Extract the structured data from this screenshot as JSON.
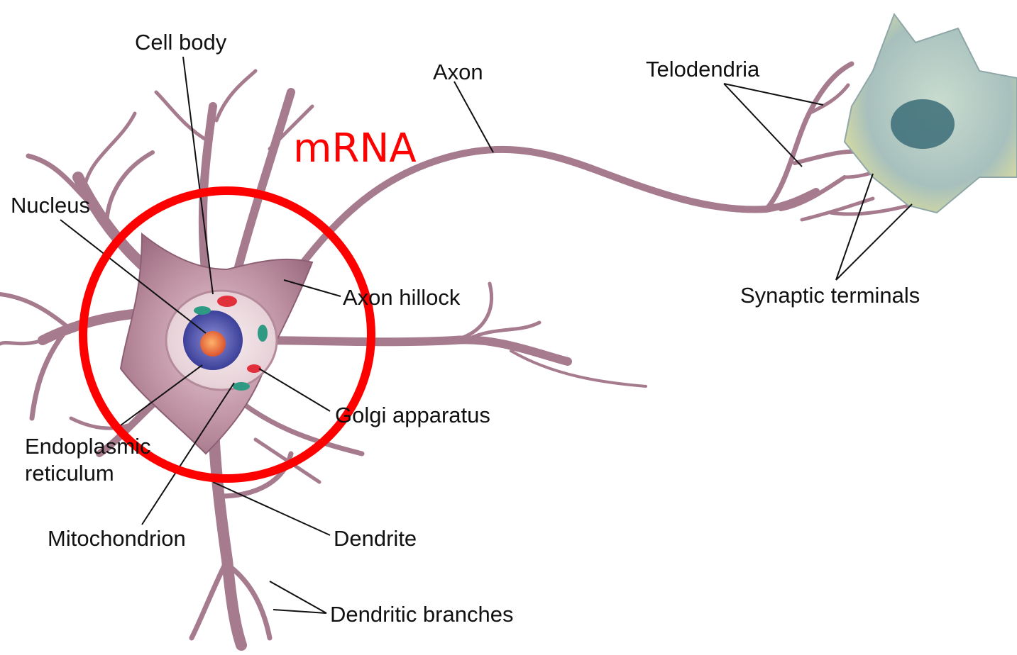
{
  "labels": {
    "cell_body": "Cell body",
    "axon": "Axon",
    "telodendria": "Telodendria",
    "nucleus": "Nucleus",
    "axon_hillock": "Axon hillock",
    "synaptic_terminals": "Synaptic terminals",
    "golgi": "Golgi apparatus",
    "er_line1": "Endoplasmic",
    "er_line2": "reticulum",
    "mitochondrion": "Mitochondrion",
    "dendrite": "Dendrite",
    "dendritic_branches": "Dendritic branches"
  },
  "annotation": {
    "text": "mRNA",
    "color": "#ff0000"
  },
  "colors": {
    "neuron_fill": "#b78a9c",
    "neuron_edge": "#8d5f73",
    "cell_body_fill": "#c59aab",
    "nucleus_outer": "#3b3f9e",
    "nucleolus": "#f07a38",
    "target_neuron": "#9fb9b9",
    "target_nucleus": "#3c6d78",
    "circle": "#ff0000"
  }
}
